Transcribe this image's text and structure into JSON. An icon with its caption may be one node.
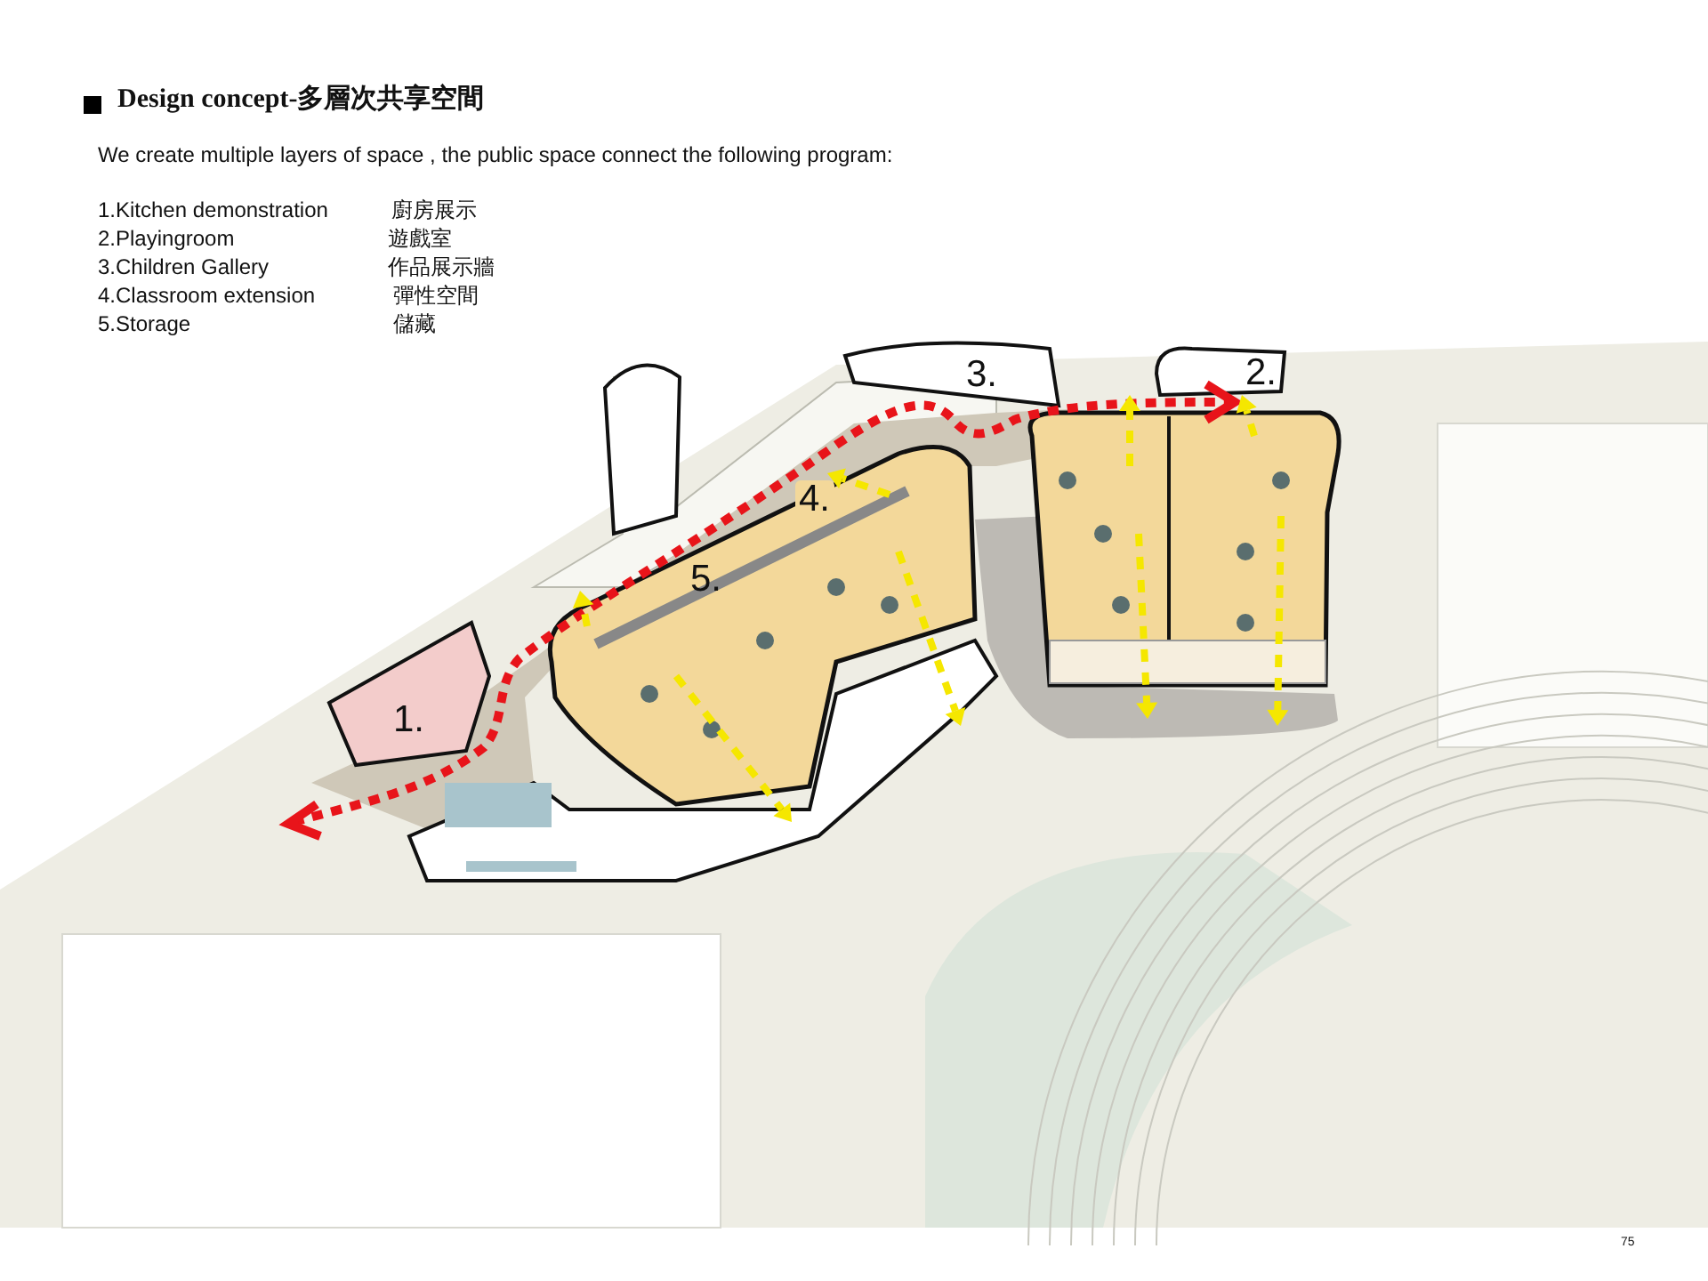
{
  "diagram": {
    "title": "Design concept-多層次共享空間",
    "labels": [
      "We create multiple layers of space , the public space connect the following   program:",
      "1.Kitchen demonstration",
      "廚房展示",
      "2.Playingroom",
      "遊戲室",
      "3.Children Gallery",
      "作品展示牆",
      "4.Classroom extension",
      "彈性空間",
      "5.Storage",
      "儲藏",
      "3.",
      "2.",
      "4.",
      "5.",
      "1.",
      "75"
    ]
  }
}
